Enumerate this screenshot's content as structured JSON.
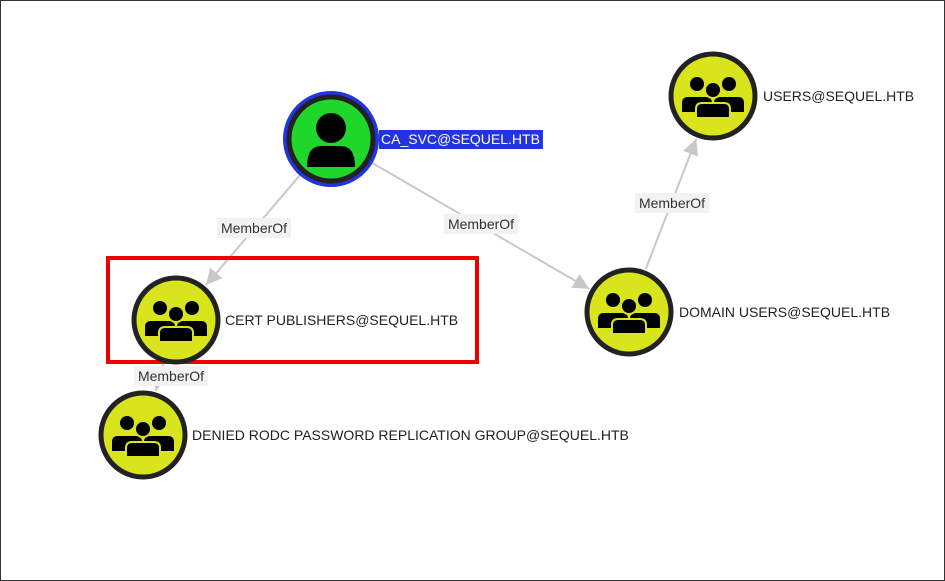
{
  "graph": {
    "nodes": [
      {
        "id": "ca_svc",
        "label": "CA_SVC@SEQUEL.HTB",
        "type": "user",
        "selected": true,
        "icon": "user-icon"
      },
      {
        "id": "cert_publishers",
        "label": "CERT PUBLISHERS@SEQUEL.HTB",
        "type": "group",
        "highlighted": true,
        "icon": "group-icon"
      },
      {
        "id": "domain_users",
        "label": "DOMAIN USERS@SEQUEL.HTB",
        "type": "group",
        "icon": "group-icon"
      },
      {
        "id": "users",
        "label": "USERS@SEQUEL.HTB",
        "type": "group",
        "icon": "group-icon"
      },
      {
        "id": "denied_rodc",
        "label": "DENIED RODC PASSWORD REPLICATION GROUP@SEQUEL.HTB",
        "type": "group",
        "icon": "group-icon"
      }
    ],
    "edges": [
      {
        "from": "ca_svc",
        "to": "cert_publishers",
        "label": "MemberOf"
      },
      {
        "from": "ca_svc",
        "to": "domain_users",
        "label": "MemberOf"
      },
      {
        "from": "domain_users",
        "to": "users",
        "label": "MemberOf"
      },
      {
        "from": "cert_publishers",
        "to": "denied_rodc",
        "label": "MemberOf"
      }
    ]
  },
  "colors": {
    "user_fill": "#1fd72a",
    "group_fill": "#d8e41c",
    "selected_ring": "#2233e0",
    "node_ring": "#222222",
    "highlight_box": "#ee0000",
    "edge": "#c8c8c8",
    "selected_label_bg": "#2233e0"
  }
}
